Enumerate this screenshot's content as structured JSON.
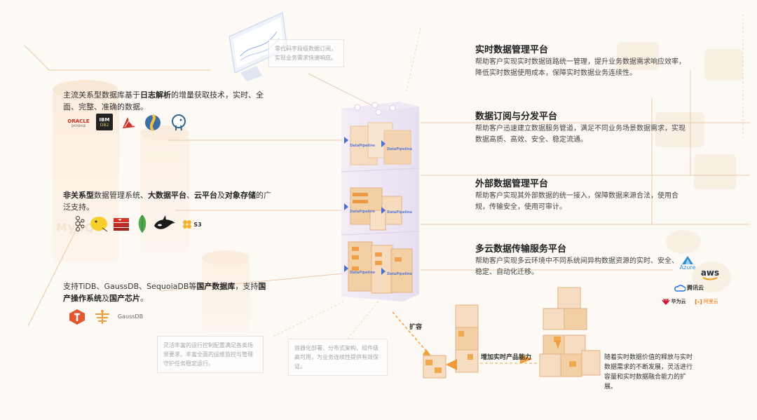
{
  "top_note": "零代码字段级数据订阅，实现业务需求快速响应。",
  "left_sections": [
    {
      "parts": [
        "主流关系型数据库基于",
        "日志解析",
        "的增量获取技术，实时、全面、完整、准确的数据。"
      ]
    },
    {
      "parts": [
        "非关系型",
        "数据管理系统、",
        "大数据平台",
        "、",
        "云平台",
        "及",
        "对象存储",
        "的广泛支持。"
      ]
    },
    {
      "parts": [
        "支持TiDB、GaussDB、SequoiaDB等",
        "国产数据库",
        "，支持",
        "国产操作系统",
        "及",
        "国产芯片",
        "。"
      ]
    }
  ],
  "logos": {
    "oracle": "ORACLE",
    "oracle_sub": "DATABASE",
    "ibm": "IBM",
    "db2": "DB2",
    "gaussdb": "GaussDB",
    "s3": "S3"
  },
  "bg_watermark": "MySQL",
  "platforms": [
    {
      "title": "实时数据管理平台",
      "desc": "帮助客户实现实时数据链路统一管理，提升业务数据需求响应效率，降低实时数据使用成本，保障实时数据业务连续性。"
    },
    {
      "title": "数据订阅与分发平台",
      "desc": "帮助客户迅速建立数据服务管道，满足不同业务场景数据需求，实现数据高质、高效、安全、稳定流通。"
    },
    {
      "title": "外部数据管理平台",
      "desc": "帮助客户实现其外部数据的统一接入，保障数据来源合法，使用合规，传输安全，使用可审计。"
    },
    {
      "title": "多云数据传输服务平台",
      "desc": "帮助客户实现多云环境中不同系统间异构数据资源的实时、安全、稳定、自动化迁移。"
    }
  ],
  "clouds": {
    "azure": "Azure",
    "aws": "aws",
    "tencent": "腾讯云",
    "huawei": "华为云",
    "aliyun": "阿里云"
  },
  "bottom_notes": [
    "灵活丰富的运行控制配置满足各类场景要求，丰富全面的运维监控与管理守护任务稳定运行。",
    "容器化部署、分布式架构、组件级高可用，为业务连续性提供有效保证。"
  ],
  "expand_label": "扩容",
  "increase_label": "增加实时产品能力",
  "right_desc": "随着实时数据价值的释放与实时数据需求的不断发展，灵活进行容量和实时数据融合能力的扩展。",
  "box_label": "DataPipeline"
}
